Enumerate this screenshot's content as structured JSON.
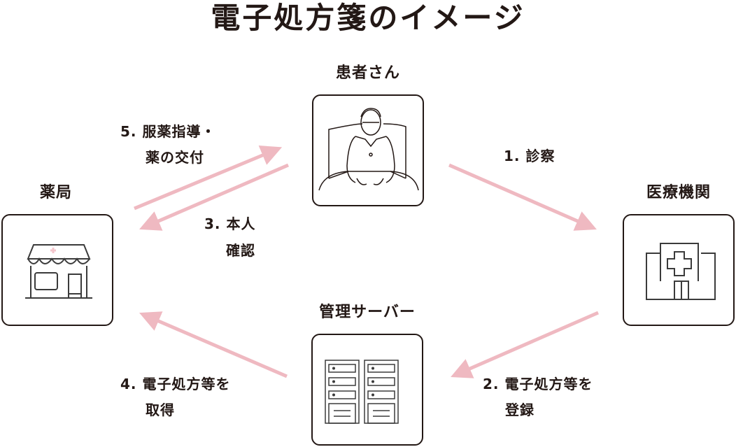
{
  "title": "電子処方箋のイメージ",
  "nodes": {
    "patient": "患者さん",
    "pharmacy": "薬局",
    "hospital": "医療機関",
    "server": "管理サーバー"
  },
  "steps": {
    "s1": {
      "line1": "1. 診察"
    },
    "s2": {
      "line1": "2. 電子処方等を",
      "line2": "登録"
    },
    "s3": {
      "line1": "3. 本人",
      "line2": "確認"
    },
    "s4": {
      "line1": "4. 電子処方等を",
      "line2": "取得"
    },
    "s5": {
      "line1": "5. 服薬指導・",
      "line2": "薬の交付"
    }
  },
  "colors": {
    "arrow": "#efb9c1",
    "line": "#231815",
    "accent": "#f4c6cc"
  }
}
